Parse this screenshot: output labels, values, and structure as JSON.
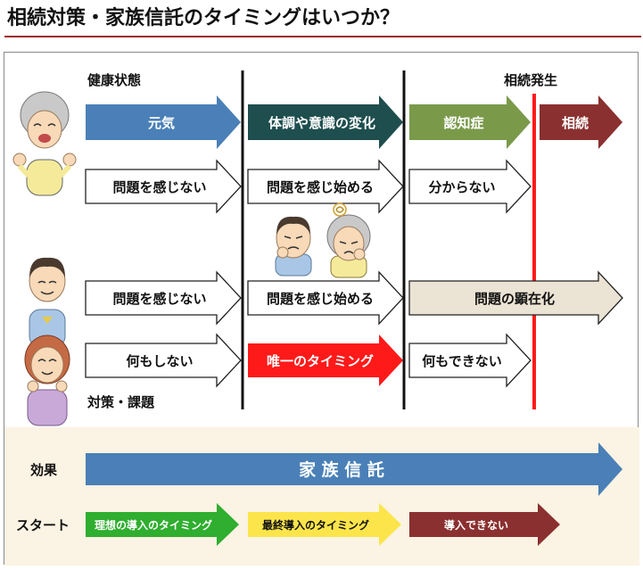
{
  "title": "相続対策・家族信託のタイミングはいつか？",
  "labels": {
    "health_state": "健康状態",
    "inheritance_occurs": "相続発生",
    "measures": "対策・課題",
    "effect": "効果",
    "start": "スタート"
  },
  "health_row": [
    "元気",
    "体調や意識の変化",
    "認知症",
    "相続"
  ],
  "parent_row": [
    "問題を感じない",
    "問題を感じ始める",
    "分からない"
  ],
  "child_row": [
    "問題を感じない",
    "問題を感じ始める",
    "問題の顕在化"
  ],
  "action_row": [
    "何もしない",
    "唯一のタイミング",
    "何もできない"
  ],
  "effect_arrow": "家 族 信 託",
  "start_row": [
    "理想の導入のタイミング",
    "最終導入のタイミング",
    "導入できない"
  ],
  "colors": {
    "blue": "#4a80b7",
    "dark_teal": "#1f4e4e",
    "olive_green": "#7a9a4a",
    "maroon": "#8b3030",
    "red": "#ff1a1a",
    "beige": "#ebe3d3",
    "yellow": "#fbe54a",
    "green": "#2fae2f",
    "cream_bg": "#fbf3e3",
    "title_rule": "#9b2d2d"
  },
  "icons": {
    "elderly_person": "elderly-woman-cheering-icon",
    "middle_aged_man": "middle-aged-man-icon",
    "woman": "smiling-woman-icon",
    "worried_couple": "worried-couple-icon"
  }
}
